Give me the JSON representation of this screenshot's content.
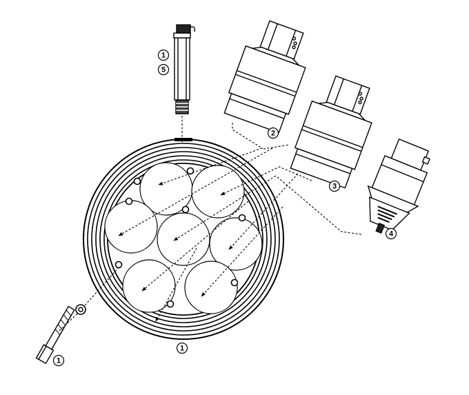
{
  "colors": {
    "line": "#000000",
    "background": "#ffffff"
  },
  "callouts": {
    "thermocouple_top": "1",
    "thermocouple_bottom": "5",
    "body": "1",
    "bolt": "1",
    "nozzle_a": "2",
    "nozzle_b": "3",
    "nozzle_c": "4"
  }
}
